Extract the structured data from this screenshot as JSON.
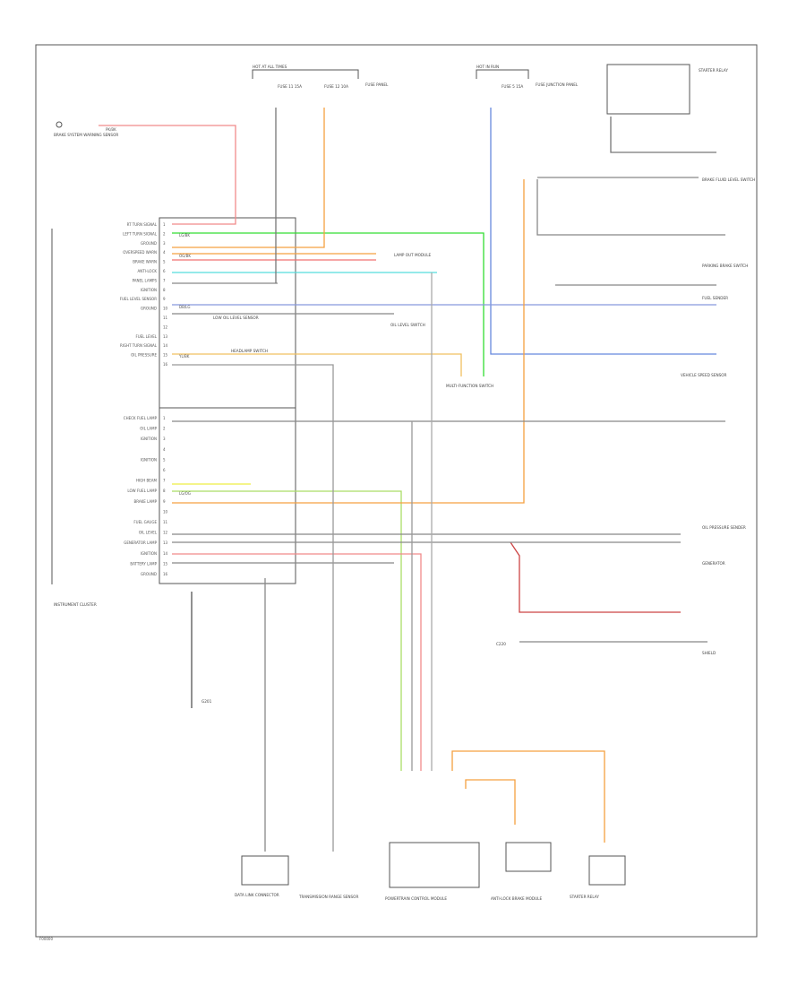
{
  "diagram": {
    "footer_code": "F00000",
    "cluster": {
      "label": "INSTRUMENT CLUSTER",
      "pins": [
        "RT TURN SIGNAL",
        "LEFT TURN SIGNAL",
        "GROUND",
        "OVERSPEED WARN",
        "BRAKE WARN",
        "ANTI-LOCK",
        "PANEL LAMPS",
        "IGNITION",
        "FUEL LEVEL SENSOR",
        "GROUND",
        "",
        "",
        "FUEL LEVEL",
        "RIGHT TURN SIGNAL",
        "OIL PRESSURE",
        "",
        "CHECK FUEL LAMP",
        "OIL LAMP",
        "IGNITION",
        "",
        "IGNITION",
        "",
        "HIGH BEAM",
        "LOW FUEL LAMP",
        "BRAKE LAMP",
        "",
        "FUEL GAUGE",
        "OIL LEVEL",
        "GENERATOR LAMP",
        "IGNITION",
        "BATTERY LAMP",
        "GROUND"
      ],
      "pin_numbers": [
        "1",
        "2",
        "3",
        "4",
        "5",
        "6",
        "7",
        "8",
        "9",
        "10",
        "11",
        "12",
        "13",
        "14",
        "15",
        "16",
        "1",
        "2",
        "3",
        "4",
        "5",
        "6",
        "7",
        "8",
        "9",
        "10",
        "11",
        "12",
        "13",
        "14",
        "15",
        "16"
      ]
    },
    "labels": {
      "brake_sensor": "BRAKE SYSTEM WARNING SENSOR",
      "hot_at_run": "HOT AT ALL TIMES",
      "fuse_left": "FUSE 11 15A",
      "fuse_mid": "FUSE 12 10A",
      "fuse_box": "FUSE PANEL",
      "hot_right": "HOT IN RUN",
      "fuse_right": "FUSE 5 15A",
      "fuse_junction": "FUSE JUNCTION PANEL",
      "relay_label": "STARTER RELAY",
      "headlamp_switch": "HEADLAMP SWITCH",
      "brake_fluid": "BRAKE FLUID LEVEL SWITCH",
      "park_brake": "PARKING BRAKE SWITCH",
      "low_oil": "LOW OIL LEVEL SENSOR",
      "fuel_sender": "FUEL SENDER",
      "speed_sensor": "VEHICLE SPEED SENSOR",
      "oil_sender": "OIL PRESSURE SENDER",
      "generator": "GENERATOR",
      "data_link": "DATA LINK CONNECTOR",
      "ground": "G201",
      "multifunction": "MULTI-FUNCTION SWITCH",
      "ecm": "POWERTRAIN CONTROL MODULE",
      "abs": "ANTI-LOCK BRAKE MODULE",
      "transmission": "TRANSMISSION RANGE SENSOR",
      "shield": "SHIELD",
      "lamp_out": "LAMP OUT MODULE",
      "oil_switch": "OIL LEVEL SWITCH",
      "pkg_connector": "C220",
      "w_pink": "PK/BK",
      "w_green": "LG/BK",
      "w_orange": "OG/BK",
      "w_blue": "DB/LG",
      "w_yellow": "YL/BK",
      "w_lgreen": "LG/OG"
    }
  }
}
